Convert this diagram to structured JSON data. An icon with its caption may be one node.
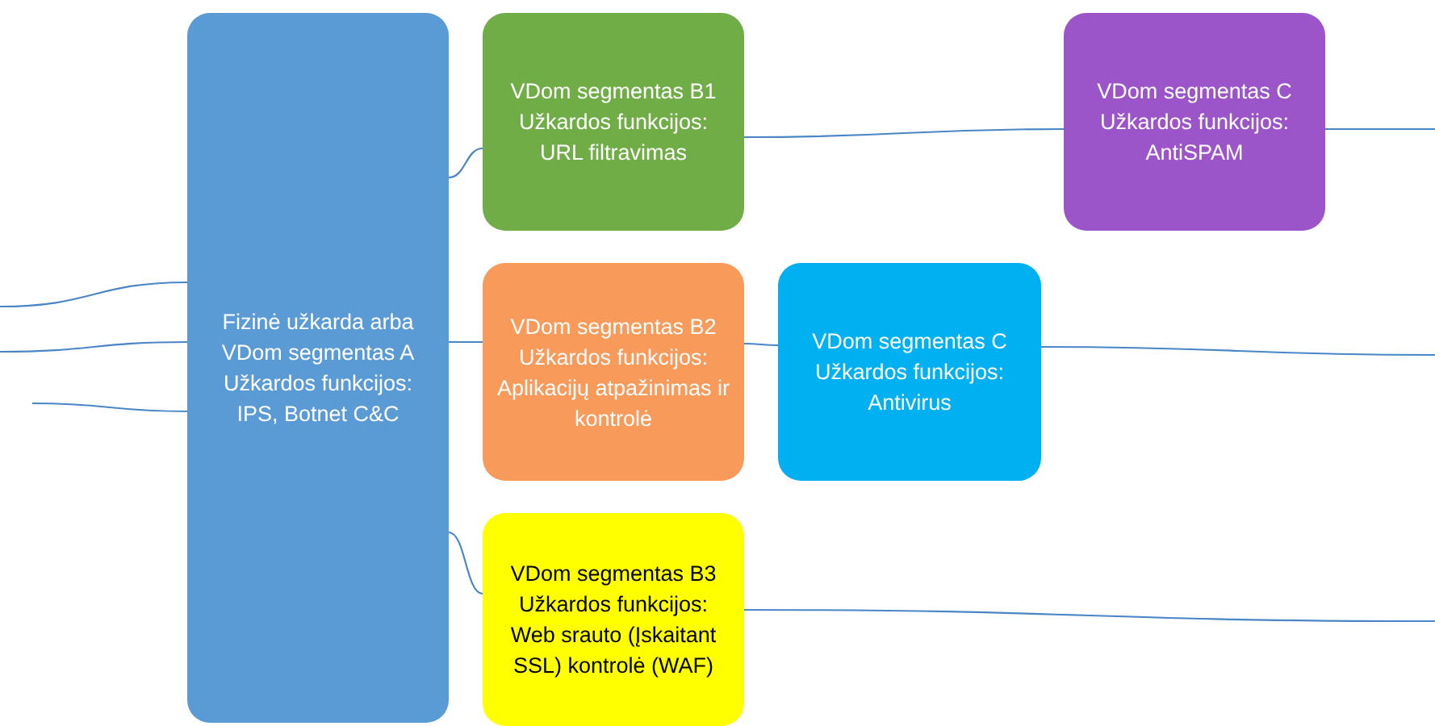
{
  "diagram": {
    "nodes": [
      {
        "text": [
          "Fizinė užkarda arba",
          "VDom segmentas A",
          "Užkardos funkcijos:",
          "IPS, Botnet C&C"
        ]
      },
      {
        "text": [
          "VDom segmentas B1",
          "Užkardos funkcijos:",
          "URL filtravimas"
        ]
      },
      {
        "text": [
          "VDom segmentas C",
          "Užkardos funkcijos:",
          "AntiSPAM"
        ]
      },
      {
        "text": [
          "VDom segmentas B2",
          "Užkardos funkcijos:",
          "Aplikacijų atpažinimas ir kontrolė"
        ]
      },
      {
        "text": [
          "VDom segmentas C",
          "Užkardos funkcijos:",
          "Antivirus"
        ]
      },
      {
        "text": [
          "VDom segmentas B3",
          "Užkardos funkcijos:",
          "Web srauto (Įskaitant SSL) kontrolė (WAF)"
        ]
      }
    ],
    "edges": [
      {
        "from": null,
        "to": 0,
        "arrow": "none"
      },
      {
        "from": 0,
        "to": 1,
        "arrow": "none"
      },
      {
        "from": 1,
        "to": 2,
        "arrow": "none"
      },
      {
        "from": 2,
        "to": null,
        "arrow": "none"
      },
      {
        "from": null,
        "to": 0,
        "arrow": "none"
      },
      {
        "from": 0,
        "to": 3,
        "arrow": "none"
      },
      {
        "from": 3,
        "to": 4,
        "arrow": "none"
      },
      {
        "from": 4,
        "to": null,
        "arrow": "none"
      },
      {
        "from": null,
        "to": 0,
        "arrow": "none"
      },
      {
        "from": 0,
        "to": 5,
        "arrow": "none"
      },
      {
        "from": 5,
        "to": null,
        "arrow": "none"
      }
    ]
  }
}
